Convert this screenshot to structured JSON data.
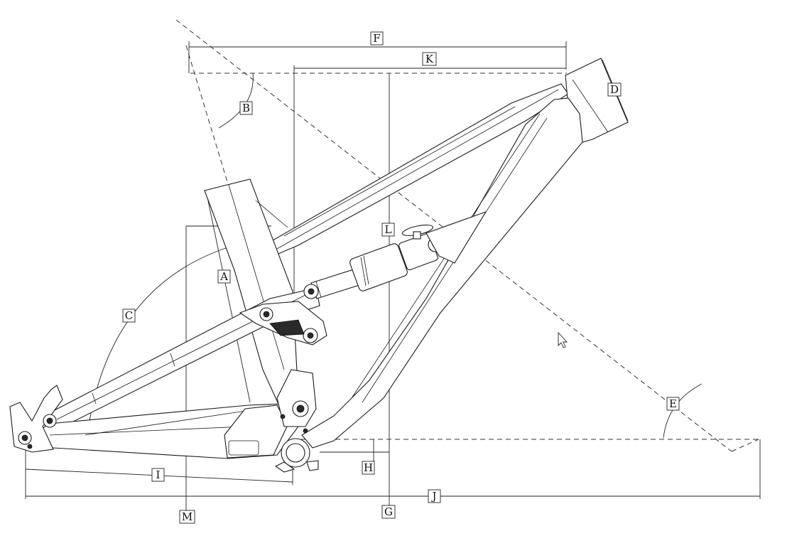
{
  "labels": {
    "A": "A",
    "B": "B",
    "C": "C",
    "D": "D",
    "E": "E",
    "F": "F",
    "G": "G",
    "H": "H",
    "I": "I",
    "J": "J",
    "K": "K",
    "L": "L",
    "M": "M"
  }
}
